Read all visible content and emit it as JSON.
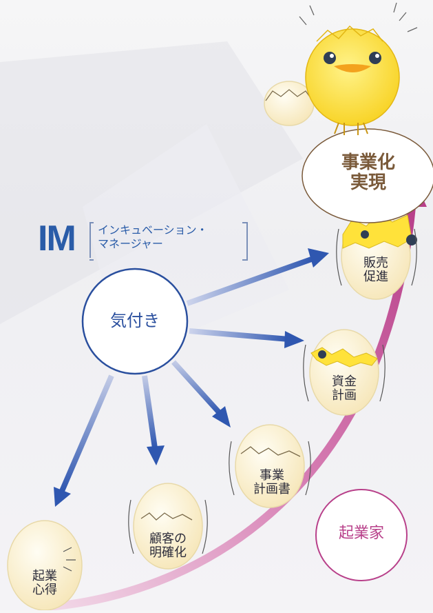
{
  "logo": {
    "text": "IM",
    "subtitle": "インキュベーション・\nマネージャー"
  },
  "center": {
    "label": "気付き"
  },
  "stages": [
    {
      "id": "kigyo-kokoroe",
      "label": "起業\n心得"
    },
    {
      "id": "kokyaku",
      "label": "顧客の\n明確化"
    },
    {
      "id": "jigyo-keikakusho",
      "label": "事業\n計画書"
    },
    {
      "id": "shikin",
      "label": "資金\n計画"
    },
    {
      "id": "hanbai",
      "label": "販売\n促進"
    },
    {
      "id": "jigyoka",
      "label": "事業化\n実現"
    }
  ],
  "entrepreneur": {
    "label": "起業家"
  },
  "colors": {
    "arrow_blue": "#2f57b0",
    "curve_pink": "#c04c8e",
    "circle_blue": "#2a4f9e",
    "entre_pink": "#b8408a",
    "egg": "#fbf3da",
    "chick": "#ffe23a"
  }
}
